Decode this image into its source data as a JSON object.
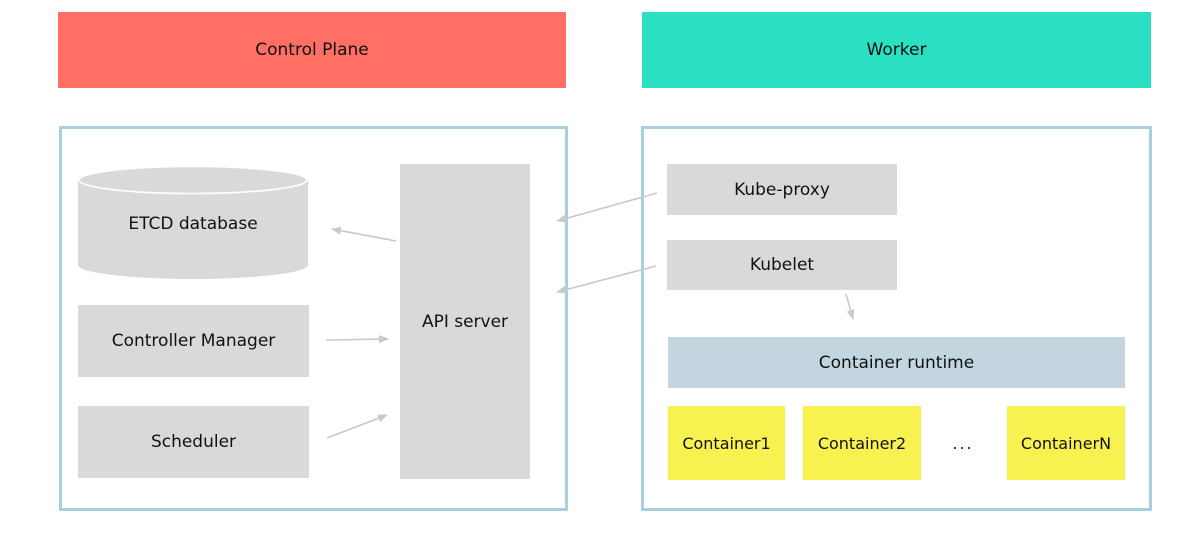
{
  "headers": {
    "control_plane": "Control Plane",
    "worker": "Worker"
  },
  "control_plane": {
    "etcd": "ETCD database",
    "controller_manager": "Controller Manager",
    "scheduler": "Scheduler",
    "api_server": "API server"
  },
  "worker": {
    "kube_proxy": "Kube-proxy",
    "kubelet": "Kubelet",
    "container_runtime": "Container runtime",
    "ellipsis": "...",
    "containers": [
      {
        "label": "Container1"
      },
      {
        "label": "Container2"
      },
      {
        "label": "ContainerN"
      }
    ]
  },
  "connections": [
    {
      "from": "api-server",
      "to": "etcd-database"
    },
    {
      "from": "controller-manager",
      "to": "api-server"
    },
    {
      "from": "scheduler",
      "to": "api-server"
    },
    {
      "from": "kube-proxy",
      "to": "api-server"
    },
    {
      "from": "kubelet",
      "to": "api-server"
    },
    {
      "from": "kubelet",
      "to": "container-runtime"
    }
  ],
  "colors": {
    "control_plane_header": "#FF6F63",
    "worker_header": "#2BDFC2",
    "node_box_border": "#A8CFE0",
    "component_fill": "#D9D9D9",
    "runtime_fill": "#C3D6DF",
    "container_fill": "#F7F24F",
    "arrow": "#C9C9C9",
    "text": "#111111"
  }
}
